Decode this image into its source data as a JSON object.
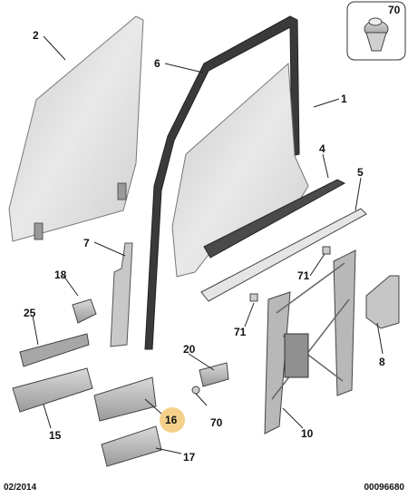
{
  "callouts": {
    "c1": "1",
    "c2": "2",
    "c4": "4",
    "c5": "5",
    "c6": "6",
    "c7": "7",
    "c8": "8",
    "c10": "10",
    "c15": "15",
    "c16": "16",
    "c17": "17",
    "c18": "18",
    "c20": "20",
    "c25": "25",
    "c70_inset": "70",
    "c70_clip": "70",
    "c71_upper": "71",
    "c71_lower": "71"
  },
  "footer": {
    "date": "02/2014",
    "code": "00096680"
  },
  "colors": {
    "glass": "#dcdcdc",
    "seal": "#3a3a3a",
    "highlight": "#f5d08a",
    "part": "#bdbdbd"
  }
}
